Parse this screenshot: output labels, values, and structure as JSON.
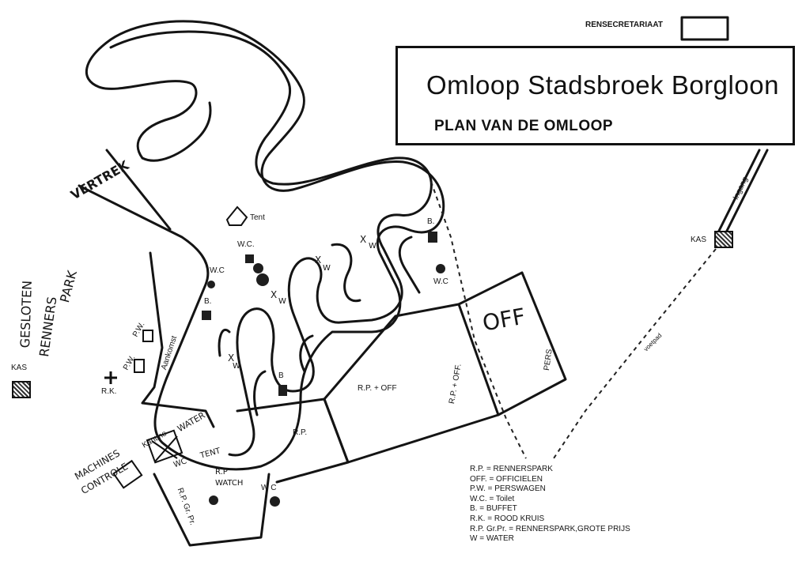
{
  "title": "Omloop Stadsbroek  Borgloon",
  "subtitle": "PLAN VAN DE OMLOOP",
  "labels": {
    "rensecretariaat": "RENSECRETARIAAT",
    "vertrek": "VERTREK",
    "gesloten": "GESLOTEN",
    "renners": "RENNERS",
    "park": "PARK",
    "tent": "Tent",
    "wc": "W.C",
    "wc_dot": "W.C.",
    "b": "B.",
    "b_plain": "B",
    "pw": "P.W.",
    "aankomst": "Aankomst",
    "rk": "R.K.",
    "kas": "KAS",
    "off": "OFF",
    "rp_off": "R.P. + OFF",
    "rp_off_vertical": "R.P. + OFF.",
    "pers": "PERS",
    "rp": "R.P.",
    "ingang": "Ingang",
    "voetpad": "voetpad",
    "machines": "MACHINES",
    "controle": "CONTROLE",
    "kantine": "Kantine",
    "water": "WATER",
    "wc_short": "WC",
    "tent_caps": "TENT",
    "rp_short": "R.P",
    "watch": "WATCH",
    "wc_plain": "W C",
    "rp_gr_pr": "R.P. Gr. Pr.",
    "x": "X",
    "w": "W"
  },
  "legend": [
    "R.P. = RENNERSPARK",
    "OFF. = OFFICIELEN",
    "P.W. = PERSWAGEN",
    "W.C. = Toilet",
    "B. = BUFFET",
    "R.K. = ROOD KRUIS",
    "R.P. Gr.Pr. = RENNERSPARK,GROTE PRIJS",
    "W = WATER"
  ]
}
